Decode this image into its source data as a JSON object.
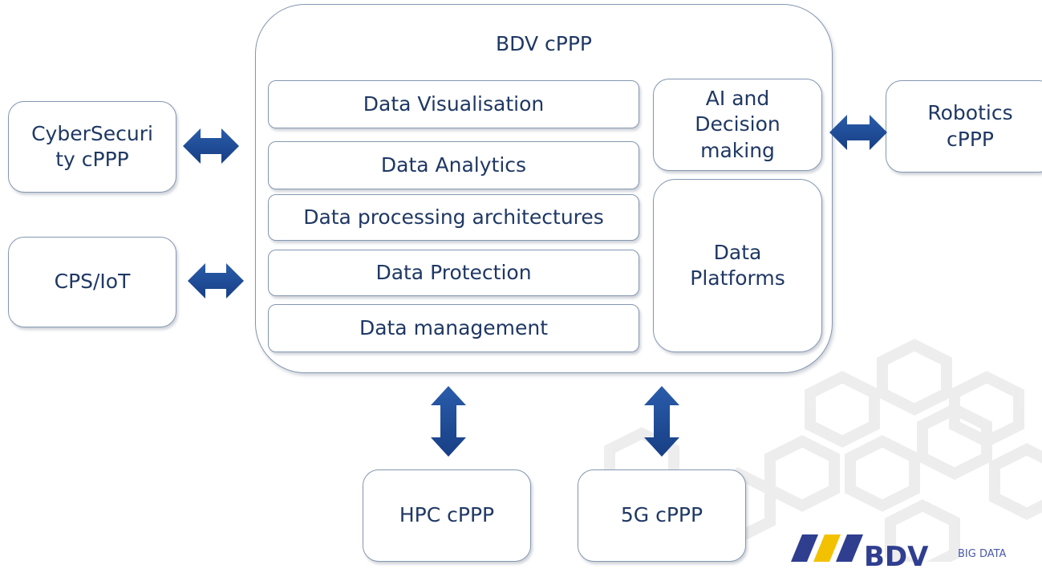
{
  "outer": {
    "title": "BDV cPPP"
  },
  "layers": [
    {
      "label": "Data Visualisation"
    },
    {
      "label": "Data Analytics"
    },
    {
      "label": "Data processing architectures"
    },
    {
      "label": "Data Protection"
    },
    {
      "label": "Data management"
    }
  ],
  "ai_box": {
    "label": "AI and\nDecision\nmaking"
  },
  "platforms_box": {
    "label": "Data\nPlatforms"
  },
  "external": {
    "cybersecurity": "CyberSecuri\nty cPPP",
    "cps_iot": "CPS/IoT",
    "robotics": "Robotics\ncPPP",
    "hpc": "HPC cPPP",
    "fiveg": "5G cPPP"
  },
  "logo": {
    "text": "BDV",
    "subtitle": "BIG DATA"
  },
  "colors": {
    "arrow": "#1f4e99",
    "text": "#1f3864",
    "border": "#8497b0",
    "logo_blue": "#2f3e8f",
    "logo_yellow": "#f2c200"
  }
}
